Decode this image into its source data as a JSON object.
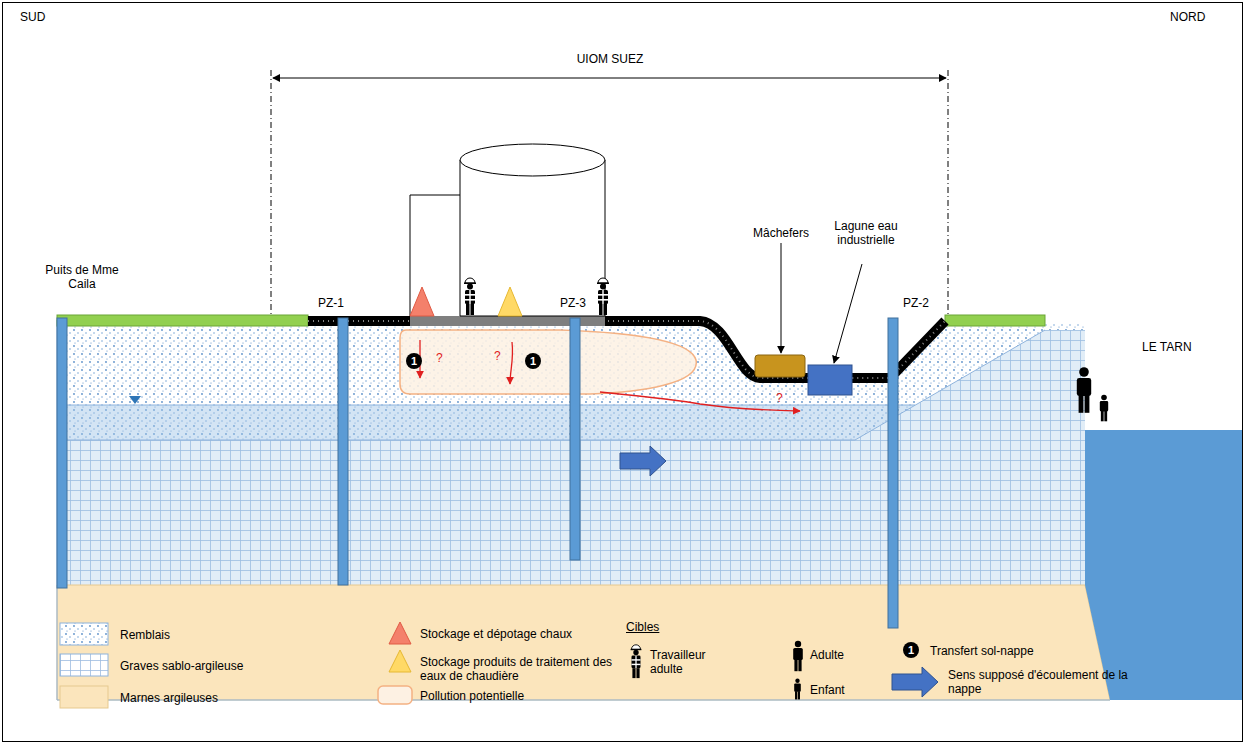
{
  "diagram": {
    "labels": [
      "SUD",
      "NORD",
      "UIOM SUEZ",
      "Puits de Mme Caila",
      "PZ-1",
      "PZ-3",
      "Mâchefers",
      "Lagune eau industrielle",
      "PZ-2",
      "LE TARN",
      "?",
      "?",
      "?",
      "1",
      "1",
      "Cibles",
      "1"
    ],
    "legend": [
      {
        "text": "Remblais"
      },
      {
        "text": "Graves sablo-argileuse"
      },
      {
        "text": "Marnes argileuses",
        "color": "#fbe5bc"
      },
      {
        "text": "Stockage et dépotage chaux"
      },
      {
        "text": "Stockage produits de traitement des eaux de chaudière"
      },
      {
        "text": "Pollution potentielle"
      },
      {
        "text": "Travailleur adulte"
      },
      {
        "text": "Adulte"
      },
      {
        "text": "Enfant"
      },
      {
        "text": "Transfert sol-nappe"
      },
      {
        "text": "Sens supposé d'écoulement de la nappe"
      }
    ]
  }
}
